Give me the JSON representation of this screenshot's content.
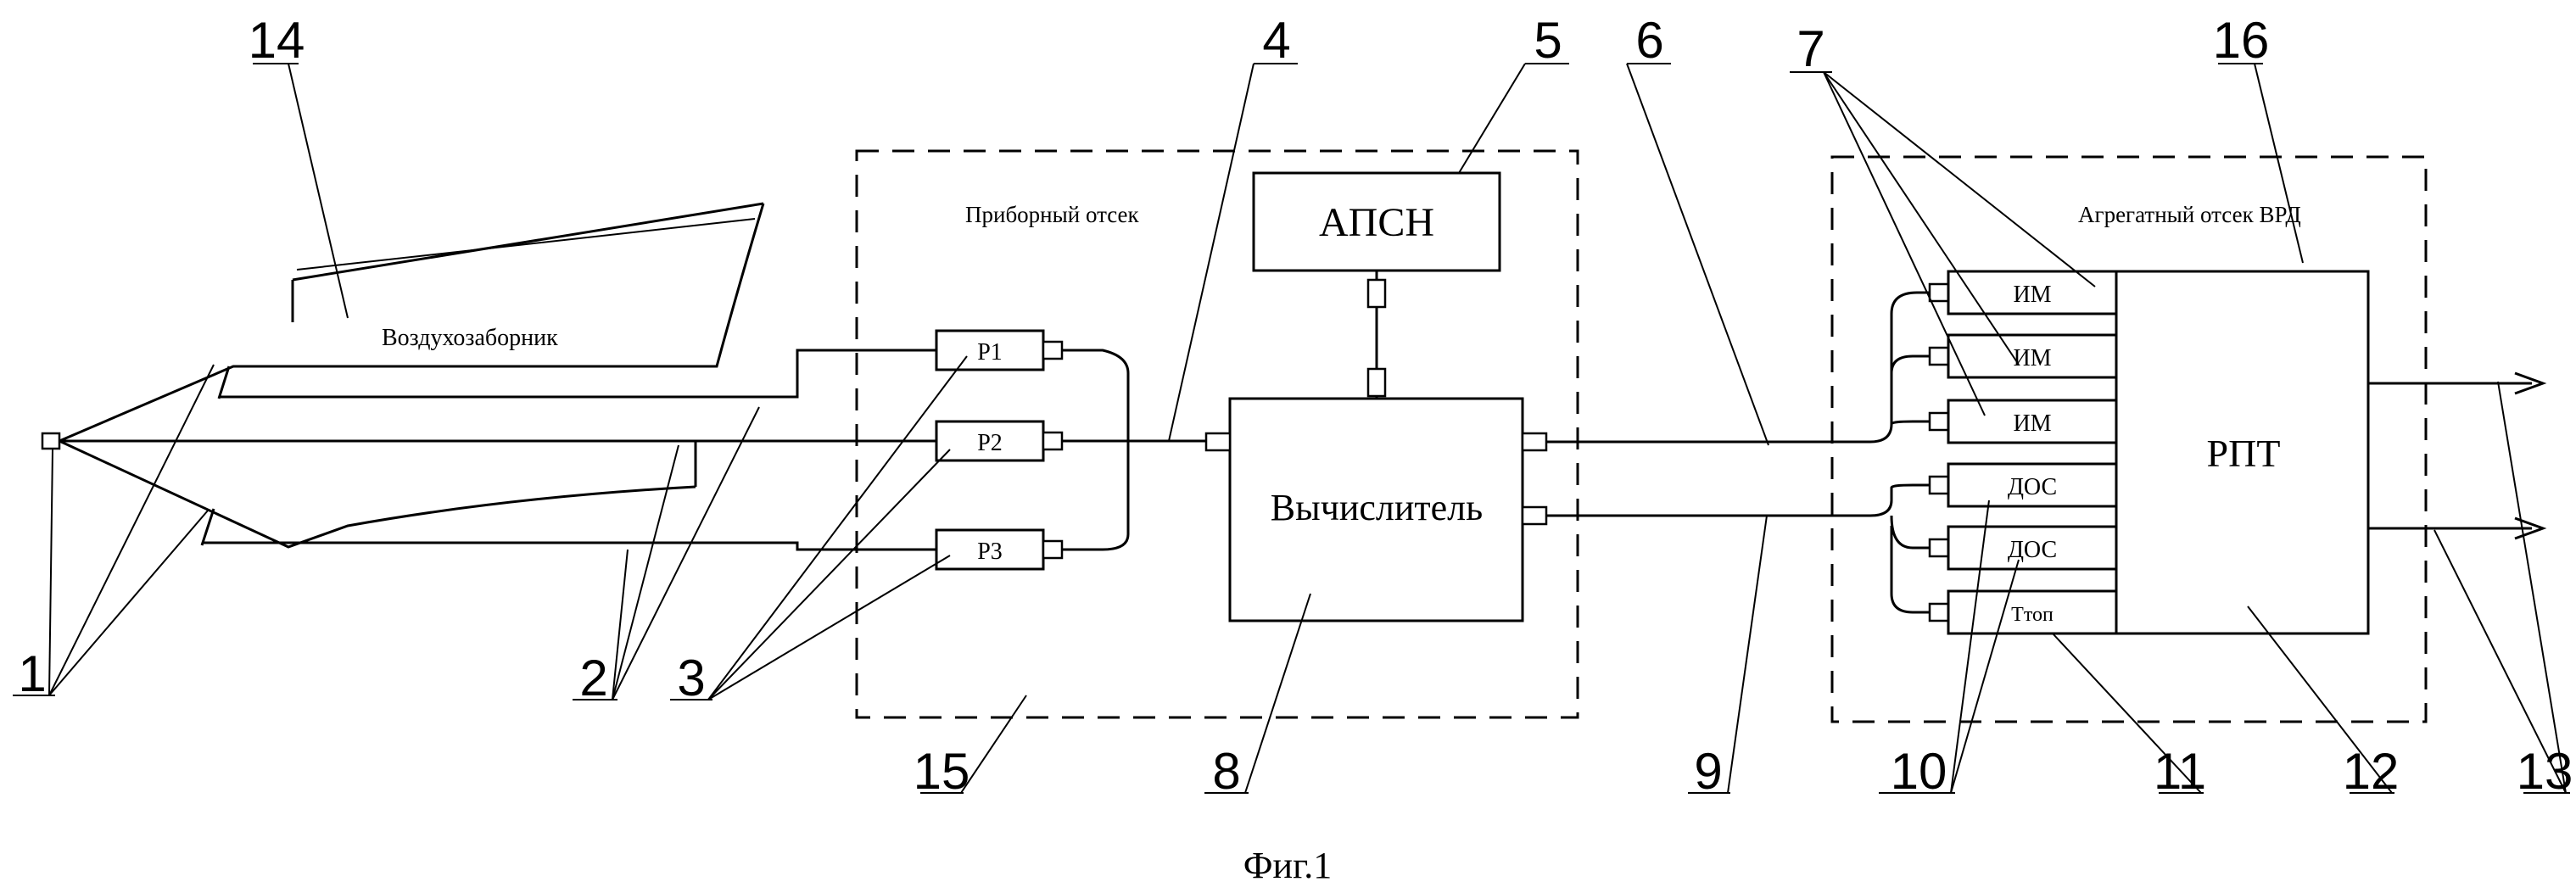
{
  "labels": {
    "intake": "Воздухозаборник",
    "instrument_bay": "Приборный отсек",
    "aggregate_bay": "Агрегатный отсек ВРД",
    "apsn": "АПСН",
    "computer": "Вычислитель",
    "rpt": "РПТ",
    "p1": "Р1",
    "p2": "Р2",
    "p3": "Р3",
    "im1": "ИМ",
    "im2": "ИМ",
    "im3": "ИМ",
    "dos1": "ДОС",
    "dos2": "ДОС",
    "ttop": "Ттоп",
    "caption": "Фиг.1"
  },
  "refs": {
    "r1": "1",
    "r2": "2",
    "r3": "3",
    "r4": "4",
    "r5": "5",
    "r6": "6",
    "r7": "7",
    "r8": "8",
    "r9": "9",
    "r10": "10",
    "r11": "11",
    "r12": "12",
    "r13": "13",
    "r14": "14",
    "r15": "15",
    "r16": "16"
  }
}
